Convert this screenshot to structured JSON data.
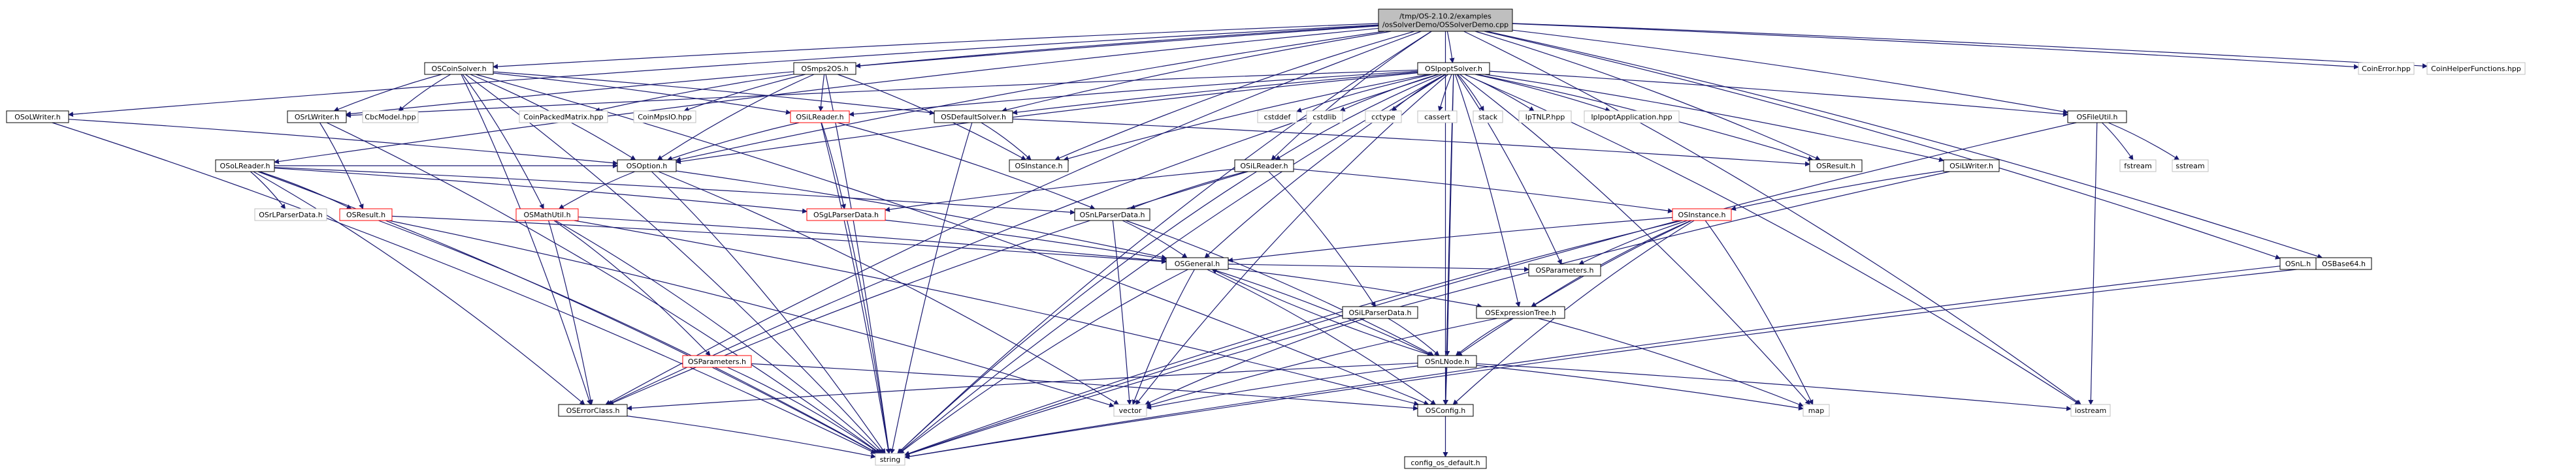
{
  "graph": {
    "root": "/tmp/OS-2.10.2/examples\n/osSolverDemo/OSSolverDemo.cpp",
    "nodes": {
      "root": "/tmp/OS-2.10.2/examples\n/osSolverDemo/OSSolverDemo.cpp",
      "ossolwriter_l": "OSoLWriter.h",
      "oscoinsolver": "OSCoinSolver.h",
      "osmps2os": "OSmps2OS.h",
      "osipoptsolver": "OSIpoptSolver.h",
      "coinerror": "CoinError.hpp",
      "coinhelper": "CoinHelperFunctions.hpp",
      "osrlwriter": "OSrLWriter.h",
      "cbcmodel": "CbcModel.hpp",
      "coinpacked": "CoinPackedMatrix.hpp",
      "coinmpsio": "CoinMpsIO.hpp",
      "osilreader_top": "OSiLReader.h",
      "osdefaultsolver": "OSDefaultSolver.h",
      "cstddef": "cstddef",
      "cstdlib": "cstdlib",
      "cctype": "cctype",
      "cassert": "cassert",
      "stack": "stack",
      "iptnlp": "IpTNLP.hpp",
      "ipipoptapp": "IpIpoptApplication.hpp",
      "osfileutil": "OSFileUtil.h",
      "fstream": "fstream",
      "sstream": "sstream",
      "osolreader": "OSoLReader.h",
      "osparsedata_l": "OSrLParserData.h",
      "osresult_l": "OSResult.h",
      "osoption": "OSOption.h",
      "osmathutil": "OSMathUtil.h",
      "osinstance_top": "OSInstance.h",
      "osilreader_mid": "OSiLReader.h",
      "osgl": "OSgLParserData.h",
      "osnl": "OSnLParserData.h",
      "osresult_r": "OSResult.h",
      "osilwriter": "OSiLWriter.h",
      "osinstance_r": "OSInstance.h",
      "osgeneral": "OSGeneral.h",
      "osparameters_mid": "OSParameters.h",
      "ositparserdata": "OSiLParserData.h",
      "osexprtree": "OSExpressionTree.h",
      "osparameters_l": "OSParameters.h",
      "osnlnode": "OSnLNode.h",
      "oserrorclass": "OSErrorClass.h",
      "vector": "vector",
      "osconfig": "OSConfig.h",
      "map": "map",
      "iostream": "iostream",
      "string": "string",
      "config": "config_os_default.h",
      "osnl_r": "OSnL.h",
      "osbase64": "OSBase64.h"
    },
    "colors": {
      "root_fill": "#bfbfbf",
      "edge": "#191970",
      "link_node_border": "#000000",
      "red_node_border": "#ff0000",
      "gray_node_border": "#bfbfbf"
    }
  }
}
